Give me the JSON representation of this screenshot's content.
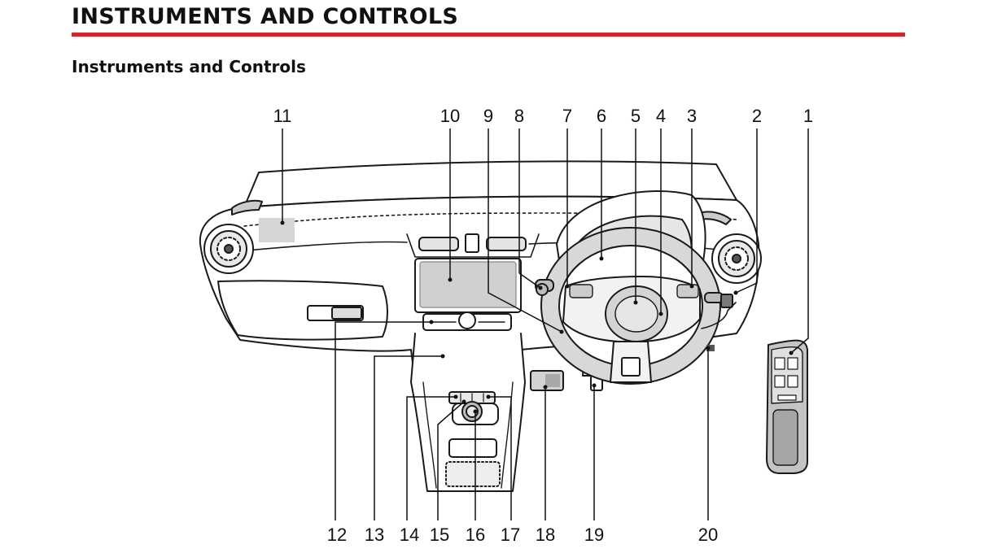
{
  "header": {
    "title": "INSTRUMENTS AND CONTROLS",
    "rule_color": "#d3242a"
  },
  "section": {
    "title": "Instruments and Controls"
  },
  "diagram": {
    "top_callouts": [
      "11",
      "10",
      "9",
      "8",
      "7",
      "6",
      "5",
      "4",
      "3",
      "2",
      "1"
    ],
    "bottom_callouts": [
      "12",
      "13",
      "14",
      "15",
      "16",
      "17",
      "18",
      "19",
      "20"
    ]
  }
}
